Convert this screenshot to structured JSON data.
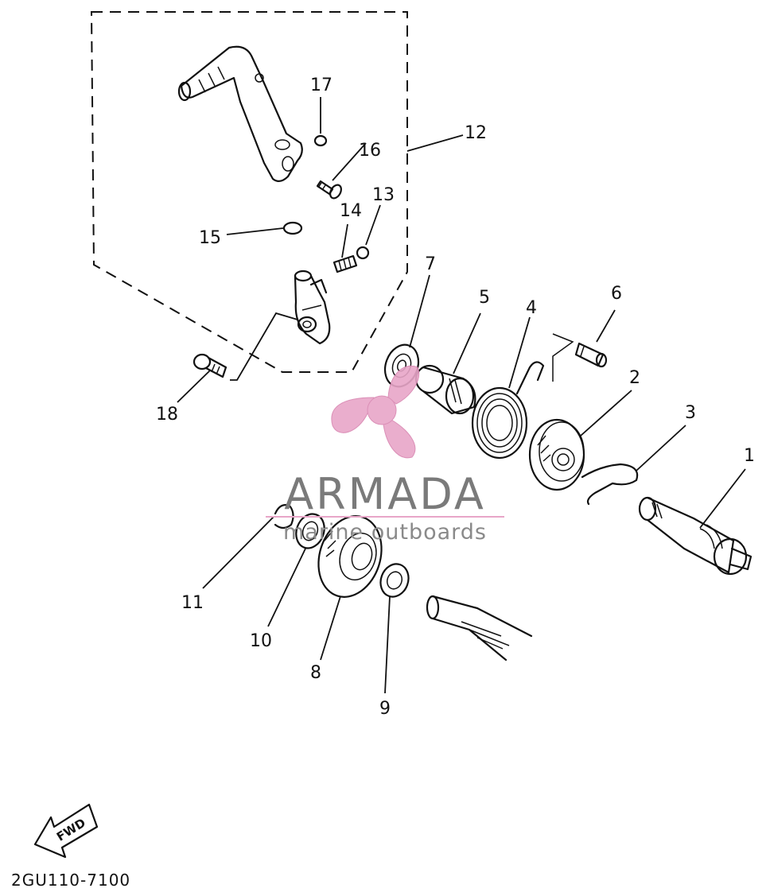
{
  "callouts": [
    "1",
    "2",
    "3",
    "4",
    "5",
    "6",
    "7",
    "8",
    "9",
    "10",
    "11",
    "12",
    "13",
    "14",
    "15",
    "16",
    "17",
    "18"
  ],
  "watermark": {
    "name": "ARMADA",
    "tagline": "marine outboards",
    "logo_color": "#e8a6c8",
    "text_color": "#7a7a7a"
  },
  "direction_label": "FWD",
  "drawing_code": "2GU110-7100"
}
